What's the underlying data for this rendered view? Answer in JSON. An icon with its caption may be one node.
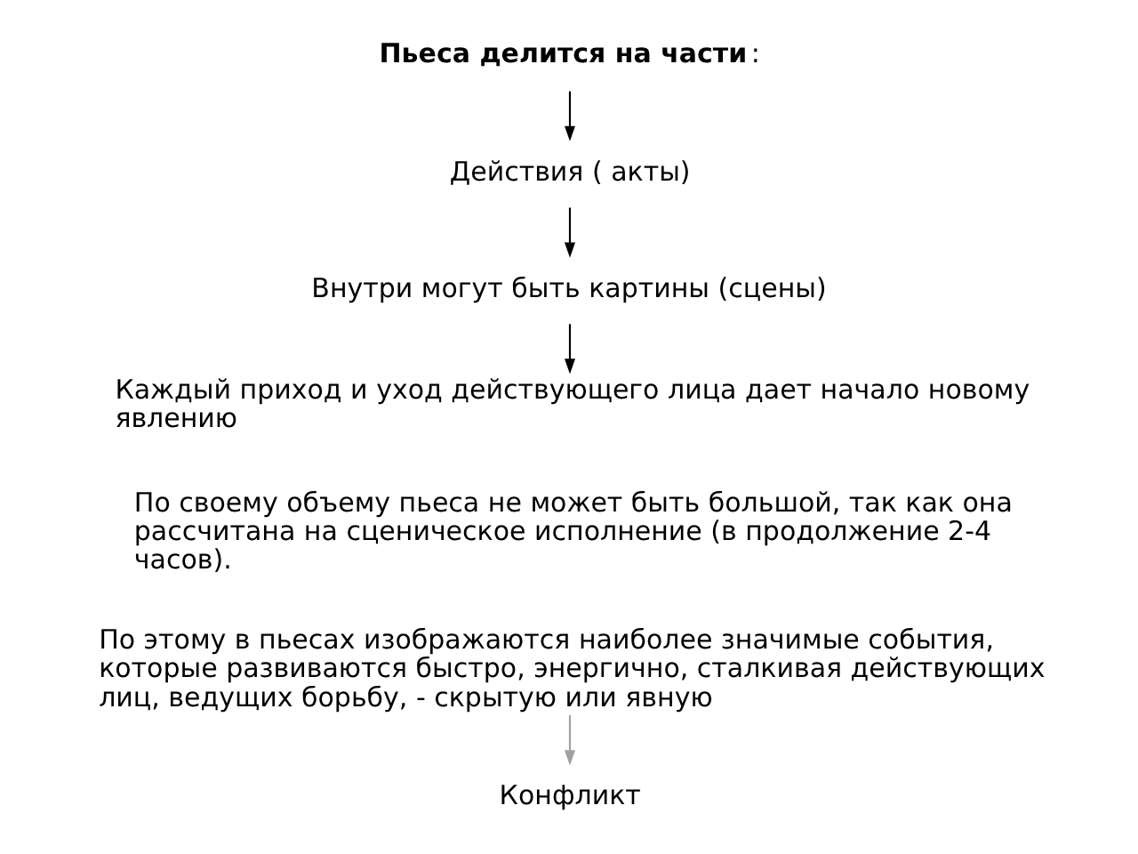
{
  "diagram": {
    "nodes": [
      {
        "text": [
          "**Пьеса делится на части**:"
        ]
      },
      {
        "text": [
          "Действия ( акты)"
        ]
      },
      {
        "text": [
          "Внутри могут быть картины (сцены)"
        ]
      },
      {
        "text": [
          "Каждый приход и уход действующего лица дает начало новому явлению"
        ]
      },
      {
        "text": [
          "По своему объему пьеса не может быть большой, так как она рассчитана на сценическое исполнение (в продолжение 2-4 часов)."
        ]
      },
      {
        "text": [
          "По этому в пьесах изображаются наиболее значимые события, которые развиваются быстро, энергично, сталкивая действующих лиц, ведущих борьбу, - скрытую или явную"
        ]
      },
      {
        "text": [
          "Конфликт"
        ]
      }
    ],
    "edges": [
      {
        "from": 0,
        "to": 1,
        "arrow": "to"
      },
      {
        "from": 1,
        "to": 2,
        "arrow": "to"
      },
      {
        "from": 2,
        "to": 3,
        "arrow": "to"
      },
      {
        "from": 5,
        "to": 6,
        "arrow": "to",
        "color": "#a0a0a0"
      }
    ]
  }
}
